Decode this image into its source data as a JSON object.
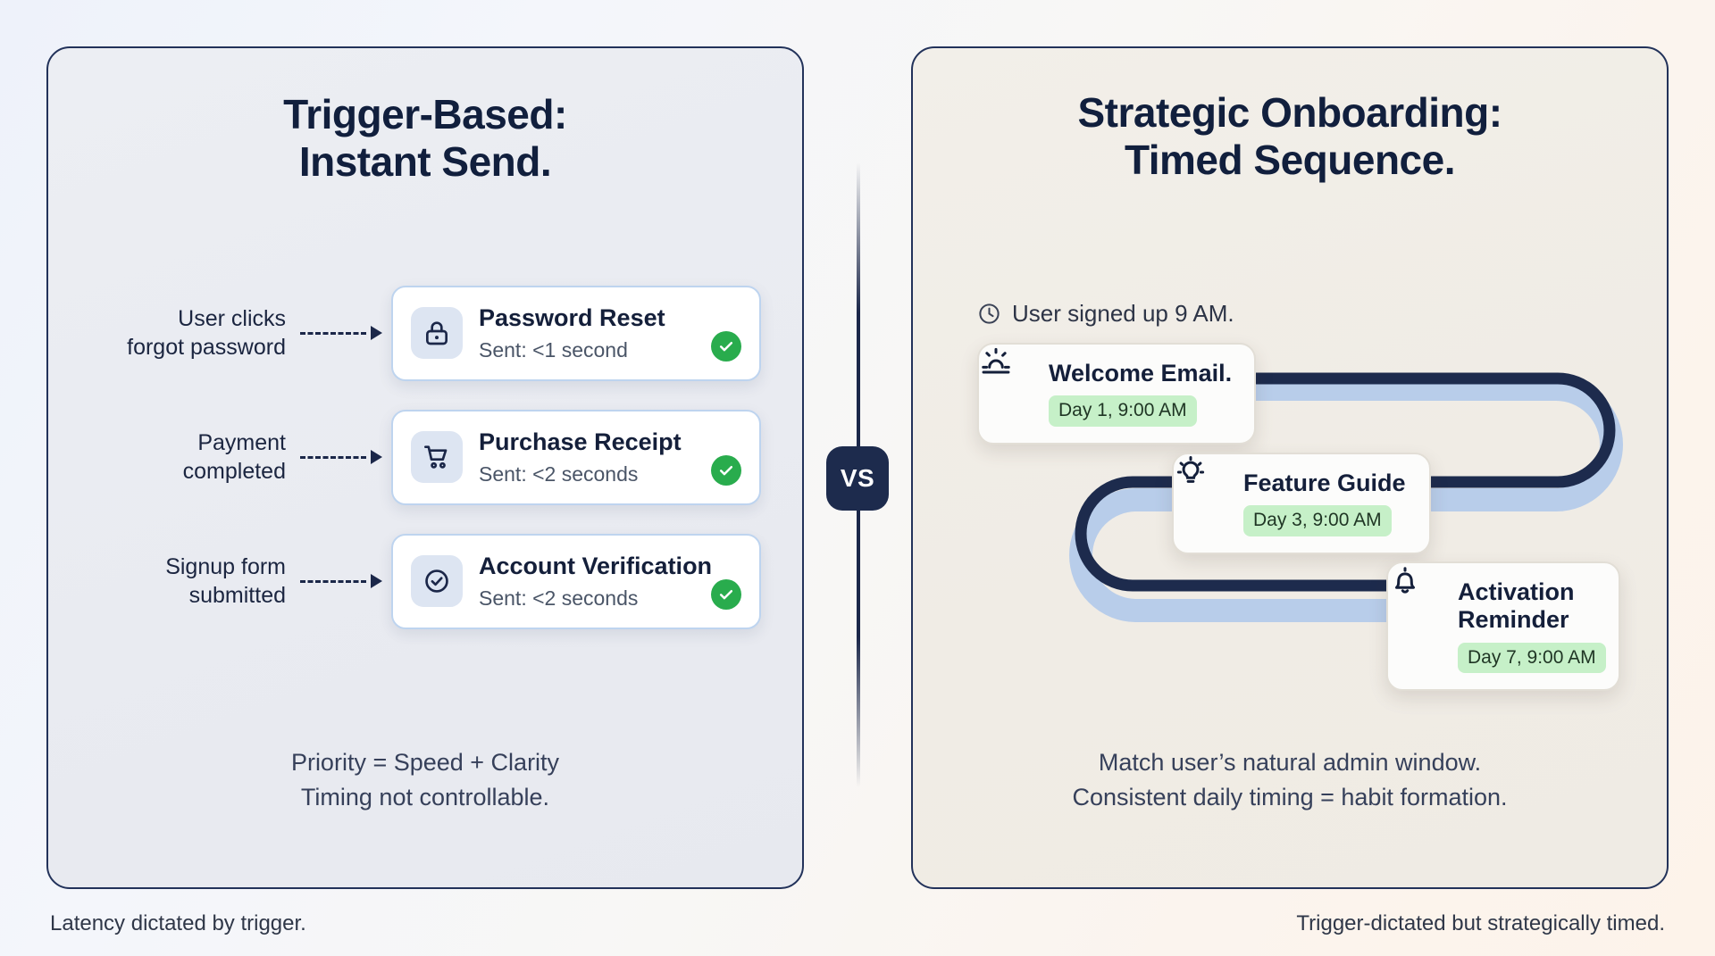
{
  "left_panel": {
    "title_line1": "Trigger-Based:",
    "title_line2": "Instant Send.",
    "rows": [
      {
        "trigger_line1": "User clicks",
        "trigger_line2": "forgot password",
        "icon": "lock-icon",
        "title": "Password Reset",
        "subtitle": "Sent: <1 second",
        "status_icon": "green-check-icon"
      },
      {
        "trigger_line1": "Payment",
        "trigger_line2": "completed",
        "icon": "shopping-cart-icon",
        "title": "Purchase Receipt",
        "subtitle": "Sent: <2 seconds",
        "status_icon": "green-check-icon"
      },
      {
        "trigger_line1": "Signup form",
        "trigger_line2": "submitted",
        "icon": "check-circle-icon",
        "title": "Account Verification",
        "subtitle": "Sent: <2 seconds",
        "status_icon": "green-check-icon"
      }
    ],
    "footer_line1": "Priority = Speed + Clarity",
    "footer_line2": "Timing not controllable."
  },
  "right_panel": {
    "title_line1": "Strategic Onboarding:",
    "title_line2": "Timed Sequence.",
    "signup_note": "User signed up 9 AM.",
    "signup_icon": "clock-icon",
    "sequence": [
      {
        "icon": "sunrise-icon",
        "title": "Welcome Email.",
        "schedule": "Day 1, 9:00 AM"
      },
      {
        "icon": "lightbulb-icon",
        "title": "Feature Guide",
        "schedule": "Day 3, 9:00 AM"
      },
      {
        "icon": "bell-icon",
        "title": "Activation Reminder",
        "schedule": "Day 7, 9:00 AM"
      }
    ],
    "footer_line1": "Match user’s natural admin window.",
    "footer_line2": "Consistent daily timing = habit formation."
  },
  "divider": {
    "badge_label": "VS"
  },
  "captions": {
    "left": "Latency dictated by trigger.",
    "right": "Trigger-dictated but strategically timed."
  },
  "colors": {
    "navy": "#141f3a",
    "card_border_blue": "#bed4ef",
    "green_check": "#29ac4d",
    "pill_green": "#c6f0c8",
    "timeline_navy": "#1d2b4d",
    "timeline_light": "#b8cdea",
    "left_panel_bg": "#eceef3",
    "right_panel_bg": "#f2efe9"
  }
}
